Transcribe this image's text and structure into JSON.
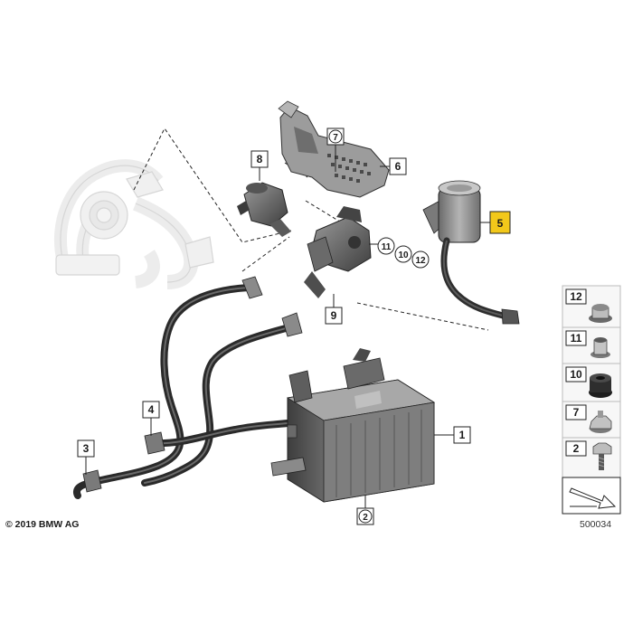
{
  "callouts": {
    "c1": "1",
    "c2": "2",
    "c3": "3",
    "c4": "4",
    "c5": "5",
    "c6": "6",
    "c7": "7",
    "c8": "8",
    "c9": "9",
    "c10": "10",
    "c11": "11",
    "c12": "12"
  },
  "legend": {
    "items": [
      {
        "id": "12"
      },
      {
        "id": "11"
      },
      {
        "id": "10"
      },
      {
        "id": "7"
      },
      {
        "id": "2"
      }
    ]
  },
  "footer": {
    "copyright": "© 2019 BMW AG",
    "diagram_id": "500034"
  },
  "colors": {
    "part_dark": "#4a4a4a",
    "part_mid": "#7d7d7d",
    "part_light": "#bdbdbd",
    "ghost": "#e2e2e2",
    "highlight": "#f2c81a"
  }
}
